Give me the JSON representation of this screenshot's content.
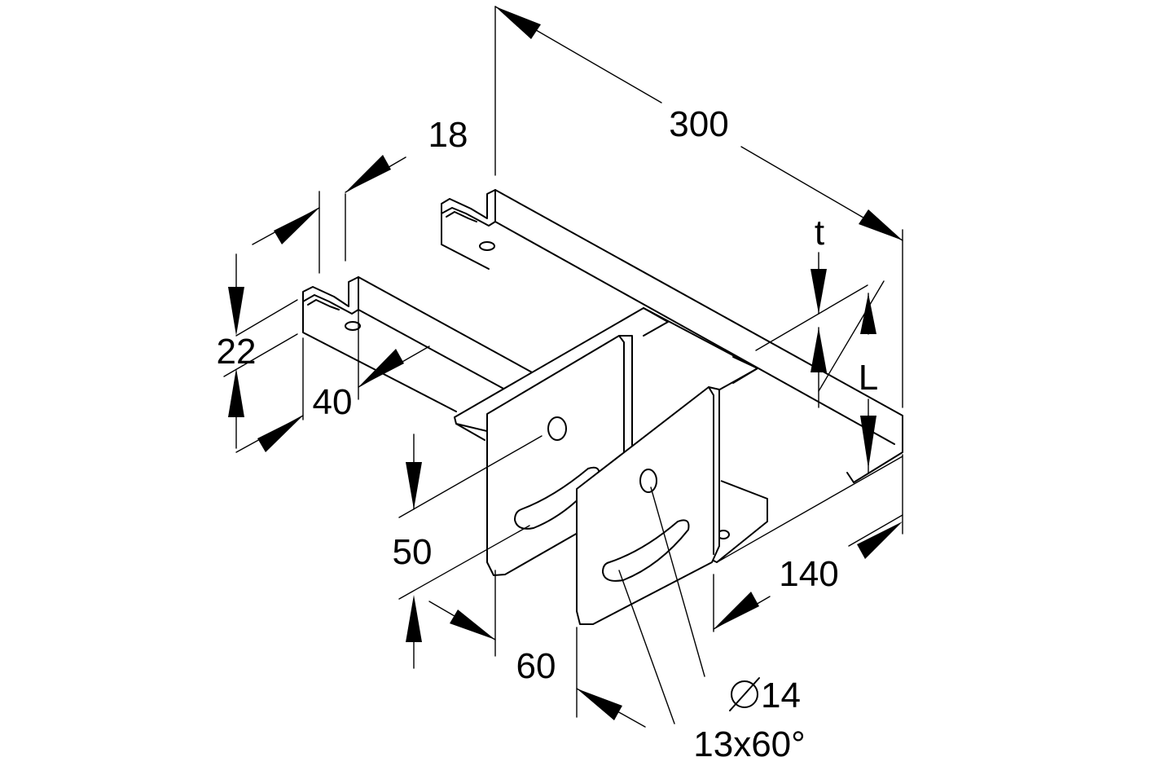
{
  "drawing": {
    "dimensions": {
      "length_300": "300",
      "flange_18": "18",
      "height_22": "22",
      "width_40": "40",
      "thickness_t": "t",
      "length_L": "L",
      "plate_50": "50",
      "plate_60": "60",
      "span_140": "140",
      "hole_diameter": "14",
      "slot": "13x60°"
    },
    "symbols": {
      "diameter": "diameter-symbol"
    }
  }
}
